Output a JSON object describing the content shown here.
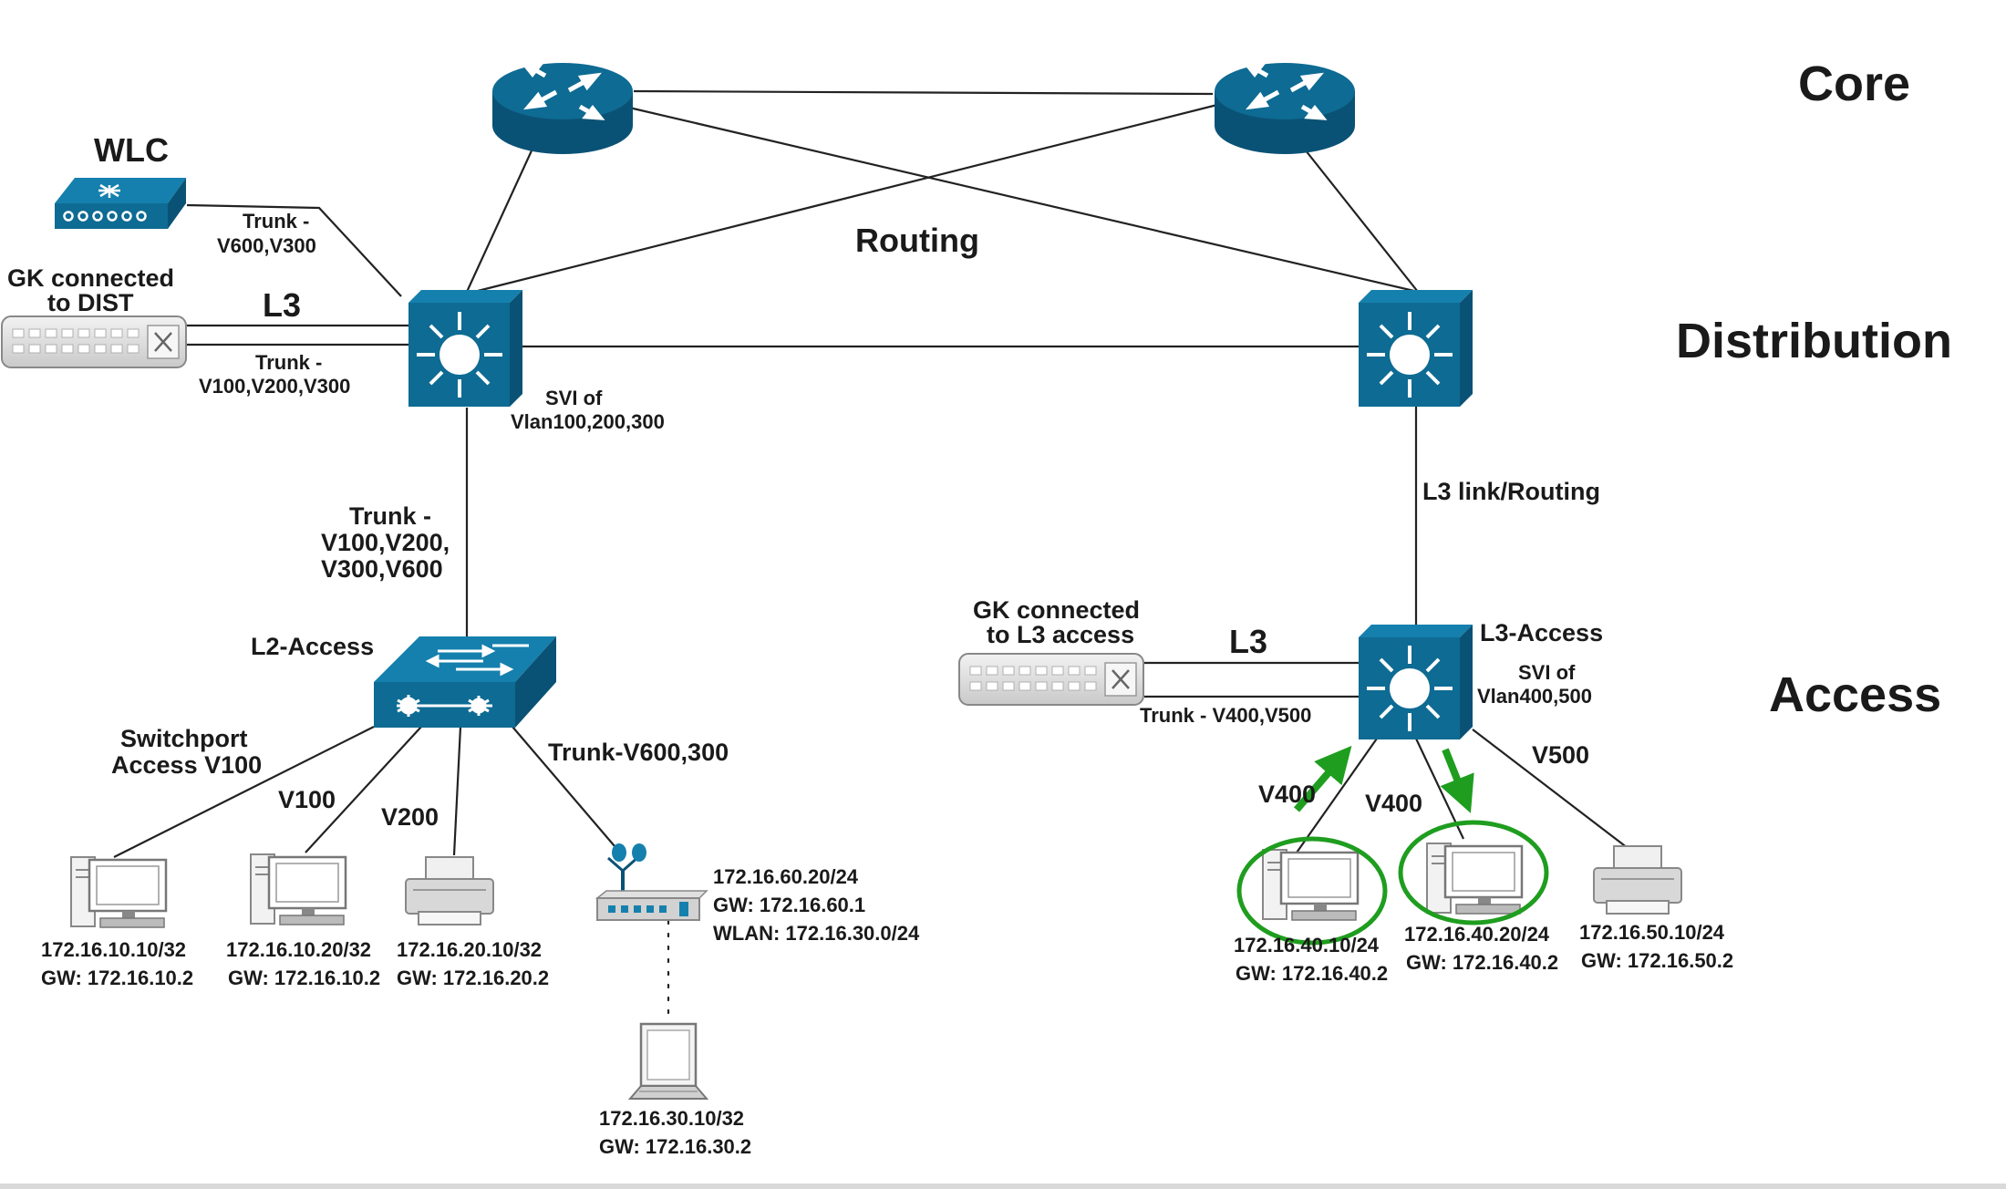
{
  "layers": {
    "core": "Core",
    "distribution": "Distribution",
    "access": "Access"
  },
  "core": {
    "routing_label": "Routing"
  },
  "wlc": {
    "title": "WLC",
    "link_label": [
      "Trunk -",
      "V600,V300"
    ]
  },
  "gk_dist": {
    "title": [
      "GK connected",
      "to DIST"
    ],
    "l3_label": "L3",
    "trunk_label": [
      "Trunk -",
      "V100,V200,V300"
    ]
  },
  "dist_left": {
    "svi_label": [
      "SVI of",
      "Vlan100,200,300"
    ]
  },
  "dist_right": {
    "uplink_label": "L3 link/Routing"
  },
  "l2_access": {
    "title": "L2-Access",
    "uplink_label": [
      "Trunk -",
      "V100,V200,",
      "V300,V600"
    ],
    "switchport_label": [
      "Switchport",
      "Access V100"
    ],
    "v100_label": "V100",
    "v200_label": "V200",
    "ap_trunk_label": "Trunk-V600,300"
  },
  "l3_access": {
    "title": "L3-Access",
    "svi_label": [
      "SVI of",
      "Vlan400,500"
    ],
    "v400_left": "V400",
    "v400_right": "V400",
    "v500_label": "V500"
  },
  "gk_access": {
    "title": [
      "GK connected",
      "to L3 access"
    ],
    "l3_label": "L3",
    "trunk_label": "Trunk - V400,V500"
  },
  "hosts": {
    "pc1": [
      "172.16.10.10/32",
      "GW: 172.16.10.2"
    ],
    "pc2": [
      "172.16.10.20/32",
      "GW: 172.16.10.2"
    ],
    "printer1": [
      "172.16.20.10/32",
      "GW: 172.16.20.2"
    ],
    "ap": [
      "172.16.60.20/24",
      "GW: 172.16.60.1",
      "WLAN: 172.16.30.0/24"
    ],
    "laptop": [
      "172.16.30.10/32",
      "GW: 172.16.30.2"
    ],
    "pc3": [
      "172.16.40.10/24",
      "GW: 172.16.40.2"
    ],
    "pc4": [
      "172.16.40.20/24",
      "GW: 172.16.40.2"
    ],
    "printer2": [
      "172.16.50.10/24",
      "GW: 172.16.50.2"
    ]
  },
  "colors": {
    "device": "#0e6b93",
    "device_dark": "#0a5275",
    "highlight": "#1f9d1f",
    "text": "#1a1a1a"
  },
  "icons": [
    "router-icon",
    "multilayer-switch-icon",
    "l2-switch-icon",
    "wlc-icon",
    "firewall-icon",
    "access-point-icon",
    "pc-icon",
    "printer-icon",
    "laptop-icon"
  ]
}
